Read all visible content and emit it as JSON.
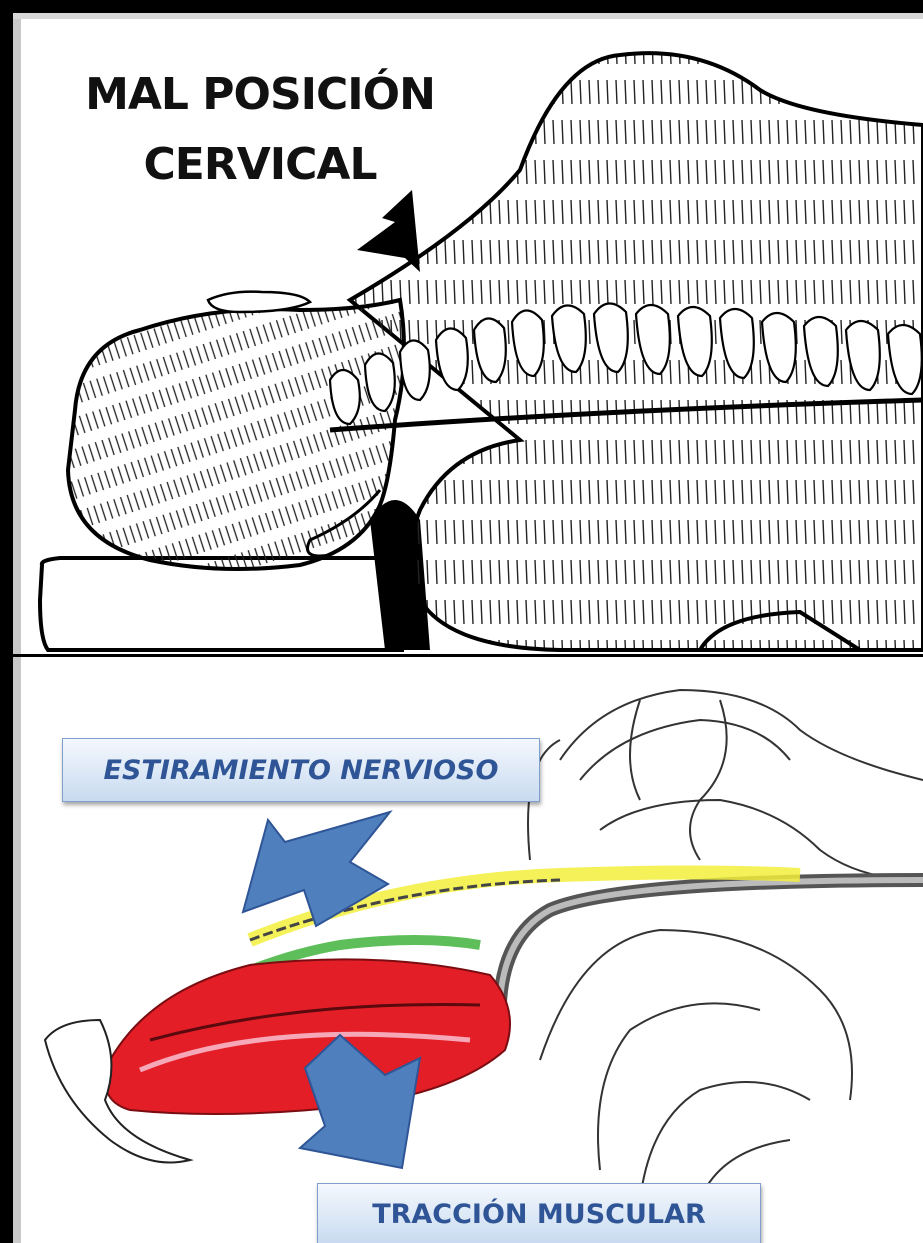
{
  "title": {
    "line1": "MAL POSICIÓN",
    "line2": "CERVICAL"
  },
  "labels": {
    "stretch": "ESTIRAMIENTO NERVIOSO",
    "traction": "TRACCIÓN MUSCULAR"
  },
  "colors": {
    "arrow_blue": "#4f80bd",
    "muscle_red": "#e41e26",
    "nerve_yellow": "#f2ef3c",
    "nerve_green": "#4db848",
    "label_text": "#2f5596"
  }
}
